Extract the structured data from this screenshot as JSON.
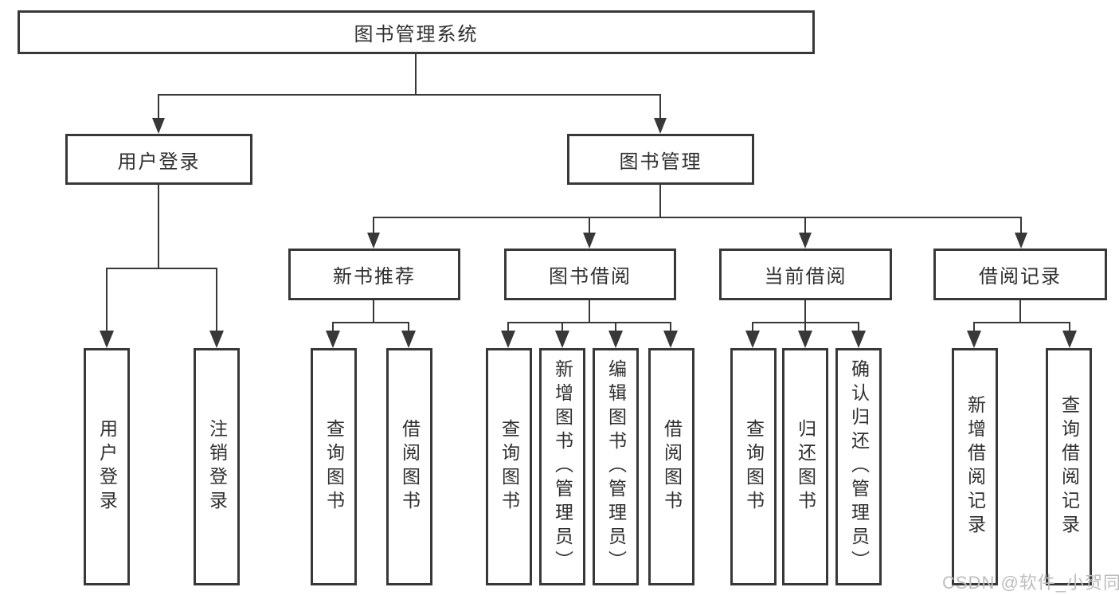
{
  "colors": {
    "line": "#383838",
    "box_border": "#383838",
    "text": "#2f2f2f",
    "background": "#ffffff",
    "watermark": "#bdbdbd"
  },
  "watermark": "CSDN @软件_小贺同学",
  "diagram": {
    "root": "图书管理系统",
    "login": {
      "label": "用户登录",
      "children": [
        "用户登录",
        "注销登录"
      ]
    },
    "management": {
      "label": "图书管理",
      "sections": [
        {
          "label": "新书推荐",
          "children": [
            "查询图书",
            "借阅图书"
          ]
        },
        {
          "label": "图书借阅",
          "children": [
            "查询图书",
            "新增图书（管理员）",
            "编辑图书（管理员）",
            "借阅图书"
          ]
        },
        {
          "label": "当前借阅",
          "children": [
            "查询图书",
            "归还图书",
            "确认归还（管理员）"
          ]
        },
        {
          "label": "借阅记录",
          "children": [
            "新增借阅记录",
            "查询借阅记录"
          ]
        }
      ]
    }
  }
}
